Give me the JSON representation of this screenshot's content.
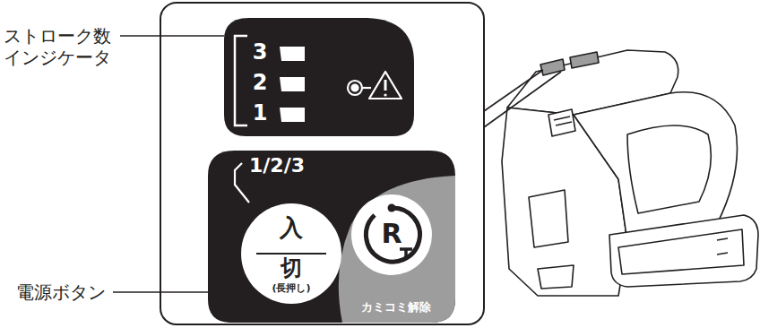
{
  "diagram": {
    "nodes": [
      {
        "text": [
          "3",
          "2",
          "1"
        ]
      },
      {
        "text": [
          "1/2/3"
        ]
      },
      {
        "text": [
          "入",
          "切",
          "(長押し)"
        ],
        "in": 1
      },
      {
        "text": [
          "R",
          "カミコミ解除"
        ],
        "in": 1
      }
    ],
    "labels": [
      "ストローク数 インジケータ",
      "電源ボタン"
    ]
  }
}
